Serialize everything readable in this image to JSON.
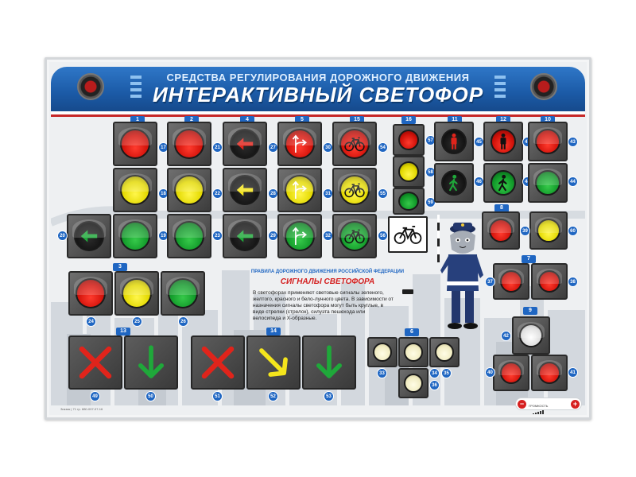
{
  "header": {
    "subtitle": "СРЕДСТВА РЕГУЛИРОВАНИЯ ДОРОЖНОГО ДВИЖЕНИЯ",
    "title": "ИНТЕРАКТИВНЫЙ СВЕТОФОР"
  },
  "info": {
    "title": "ПРАВИЛА ДОРОЖНОГО ДВИЖЕНИЯ РОССИЙСКОЙ ФЕДЕРАЦИИ",
    "subtitle": "СИГНАЛЫ СВЕТОФОРА",
    "text": "В светофорах применяют световые сигналы зеленого, желтого, красного и бело-лунного цвета. В зависимости от назначения сигналы светофора могут быть круглые, в виде стрелки (стрелок), силуэта пешехода или велосипеда и Х-образные."
  },
  "groups": {
    "g1": "1",
    "g2": "2",
    "g4": "4",
    "g5": "5",
    "g15": "15",
    "g16": "16",
    "g11": "11",
    "g12": "12",
    "g10": "10",
    "g8": "8",
    "g3": "3",
    "g7": "7",
    "g9": "9",
    "g13": "13",
    "g14": "14",
    "g6": "6"
  },
  "numbers": {
    "n17": "17",
    "n18": "18",
    "n19": "19",
    "n20": "20",
    "n21": "21",
    "n22": "22",
    "n23": "23",
    "n27": "27",
    "n28": "28",
    "n29": "29",
    "n30": "30",
    "n31": "31",
    "n32": "32",
    "n54": "54",
    "n55": "55",
    "n56": "56",
    "n57": "57",
    "n58": "58",
    "n59": "59",
    "n45": "45",
    "n46": "46",
    "n47": "47",
    "n48": "48",
    "n43": "43",
    "n44": "44",
    "n39": "39",
    "n60": "60",
    "n24": "24",
    "n25": "25",
    "n26": "26",
    "n37": "37",
    "n38": "38",
    "n42": "42",
    "n40": "40",
    "n41": "41",
    "n49": "49",
    "n50": "50",
    "n51": "51",
    "n52": "52",
    "n53": "53",
    "n33": "33",
    "n34": "34",
    "n35": "35",
    "n36": "36"
  },
  "footer": {
    "minus": "−",
    "plus": "+",
    "volume_label": "ГРОМКОСТЬ",
    "left_note": "Зикзак | 71 гр. 880-007-07-16"
  },
  "colors": {
    "header_blue": "#1b5aa6",
    "tag_blue": "#1f66c2",
    "signal_red": "#d2120a",
    "signal_yellow": "#e3d900",
    "signal_green": "#129a2a",
    "subtitle_red": "#d41f1f"
  },
  "icons": {
    "arrow_left": "arrow-left-icon",
    "arrow_straight_right": "arrow-straight-right-icon",
    "bicycle": "bicycle-icon",
    "pedestrian_stand": "pedestrian-standing-icon",
    "pedestrian_walk": "pedestrian-walking-icon",
    "x_mark": "x-mark-icon",
    "arrow_down": "arrow-down-icon",
    "arrow_down_right": "arrow-down-right-icon"
  }
}
